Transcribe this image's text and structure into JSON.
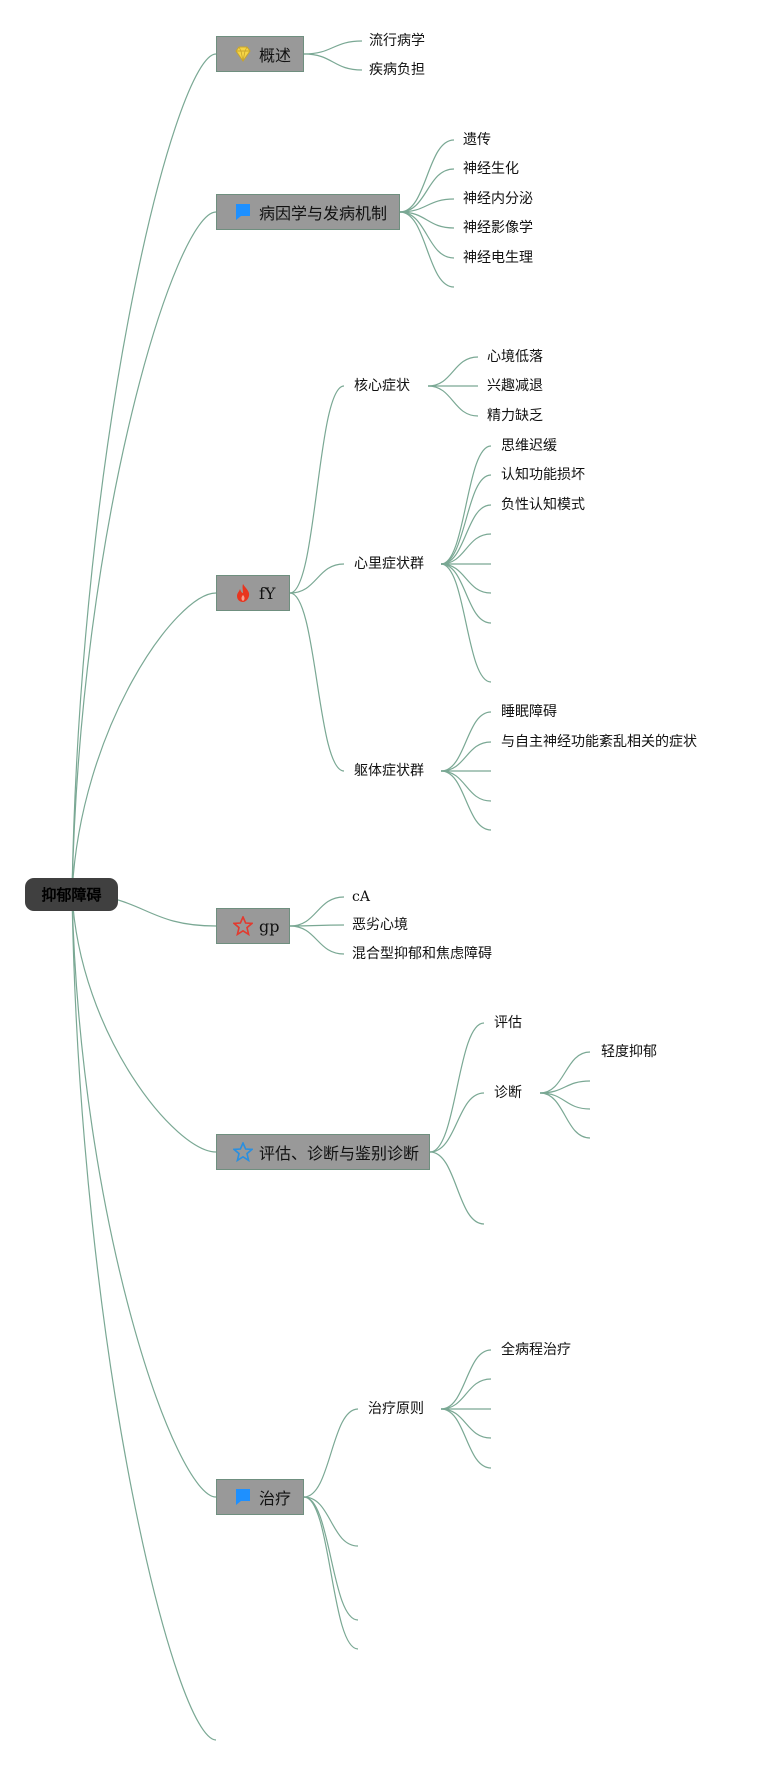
{
  "root": {
    "label": "抑郁障碍"
  },
  "branches": [
    {
      "label": "概述",
      "icon": "diamond-icon",
      "children": [
        "流行病学",
        "疾病负担"
      ]
    },
    {
      "label": "病因学与发病机制",
      "icon": "flag-icon",
      "children": [
        "遗传",
        "神经生化",
        "神经内分泌",
        "神经影像学",
        "神经电生理"
      ]
    },
    {
      "label": "fY",
      "icon": "flame-icon",
      "groups": [
        {
          "label": "核心症状",
          "children": [
            "心境低落",
            "兴趣减退",
            "精力缺乏"
          ]
        },
        {
          "label": "心里症状群",
          "children": [
            "思维迟缓",
            "认知功能损坏",
            "负性认知模式",
            "",
            "",
            "",
            "",
            ""
          ]
        },
        {
          "label": "躯体症状群",
          "children": [
            "睡眠障碍",
            "与自主神经功能紊乱相关的症状",
            "",
            "",
            ""
          ]
        }
      ]
    },
    {
      "label": "gp",
      "icon": "star-red-icon",
      "children": [
        "cA",
        "恶劣心境",
        "混合型抑郁和焦虑障碍"
      ]
    },
    {
      "label": "评估、诊断与鉴别诊断",
      "icon": "star-blue-icon",
      "groups": [
        {
          "label": "评估",
          "children": []
        },
        {
          "label": "诊断",
          "children": [
            "轻度抑郁",
            "",
            "",
            ""
          ]
        },
        {
          "label": "",
          "children": []
        }
      ]
    },
    {
      "label": "治疗",
      "icon": "flag-icon",
      "groups": [
        {
          "label": "治疗原则",
          "children": [
            "全病程治疗",
            "",
            "",
            "",
            ""
          ]
        }
      ]
    }
  ],
  "colors": {
    "line": "#7aa894",
    "root_bg": "#404040",
    "node_bg": "#999999",
    "flag": "#1e90ff",
    "flame": "#e8351f",
    "star_red": "#e23a2f",
    "star_blue": "#2a8fe0",
    "diamond": "#f5d547"
  }
}
